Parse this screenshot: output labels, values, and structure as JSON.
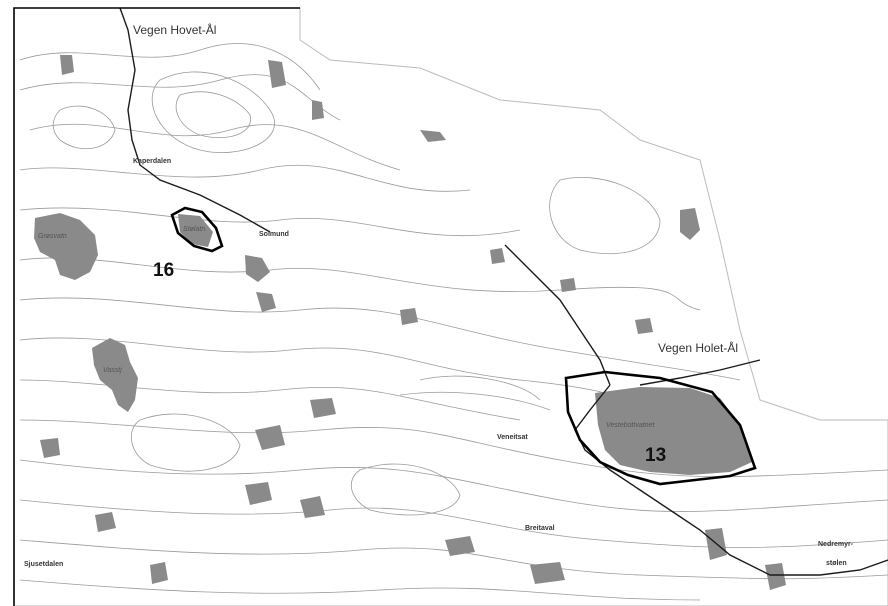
{
  "map": {
    "colors": {
      "background": "#ffffff",
      "frame": "#000000",
      "water": "#8a8a8a",
      "contour": "#9a9a9a",
      "road": "#1a1a1a",
      "zone_outline": "#000000"
    },
    "road_labels": [
      "Vegen Hovet-Ål",
      "Vegen Holet-Ål"
    ],
    "place_labels": [
      "Kaperdalen",
      "Solmund",
      "Veneitsat",
      "Breitaval",
      "Sjusetdalen",
      "Nedremyr-",
      "stølen"
    ],
    "lake_labels": [
      "Grøsvatn",
      "Stølatn",
      "Vasstj",
      "Vestebottvatnet"
    ],
    "zones": [
      {
        "number": "16"
      },
      {
        "number": "13"
      }
    ]
  }
}
